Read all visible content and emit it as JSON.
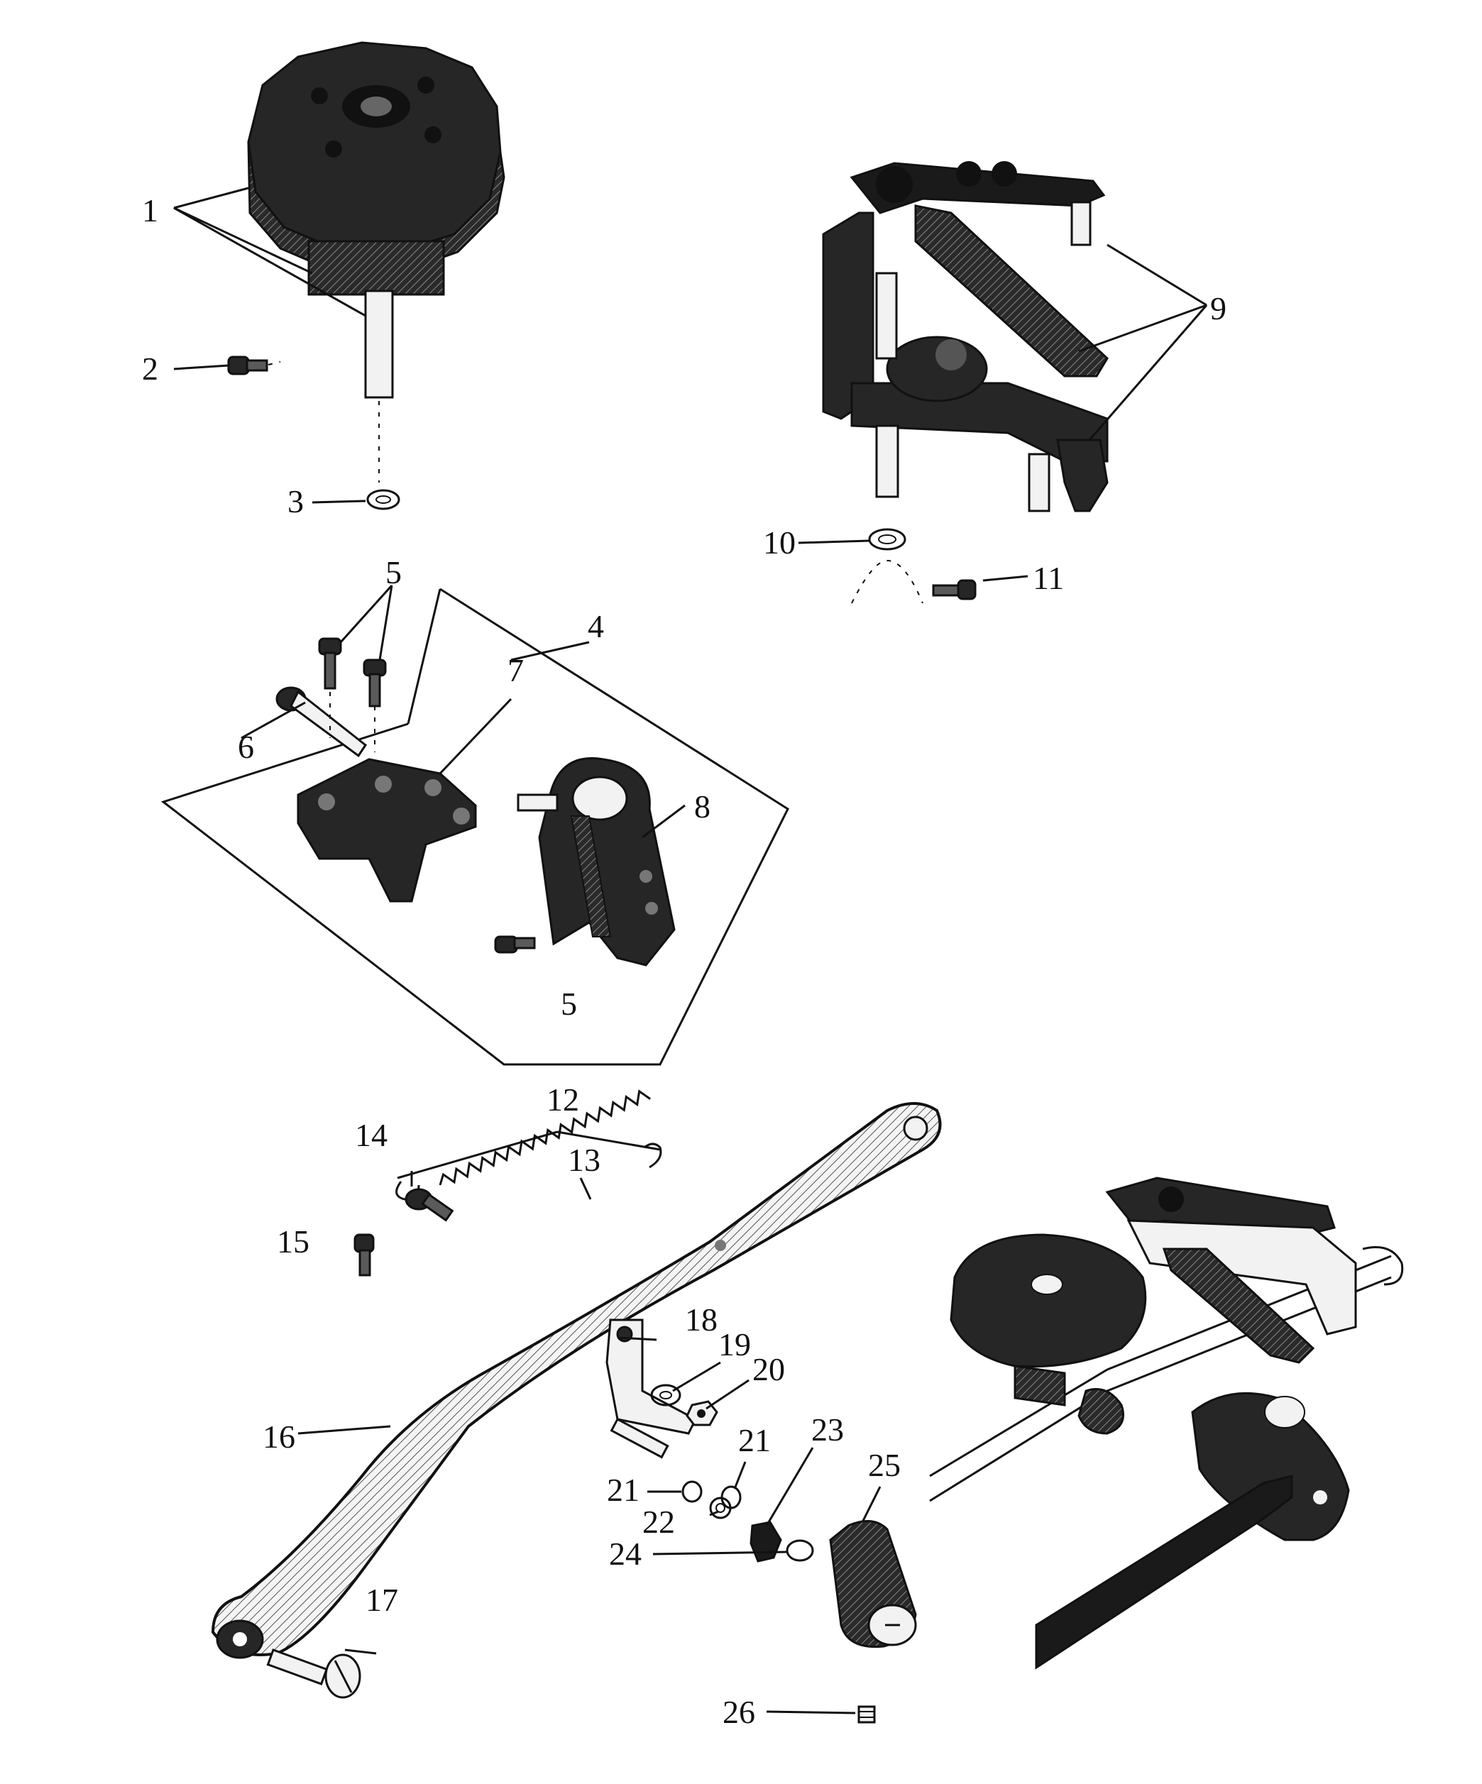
{
  "callouts": [
    {
      "id": "1",
      "label": "1"
    },
    {
      "id": "2",
      "label": "2"
    },
    {
      "id": "3",
      "label": "3"
    },
    {
      "id": "4",
      "label": "4"
    },
    {
      "id": "5a",
      "label": "5"
    },
    {
      "id": "5b",
      "label": "5"
    },
    {
      "id": "6",
      "label": "6"
    },
    {
      "id": "7",
      "label": "7"
    },
    {
      "id": "8",
      "label": "8"
    },
    {
      "id": "9",
      "label": "9"
    },
    {
      "id": "10",
      "label": "10"
    },
    {
      "id": "11",
      "label": "11"
    },
    {
      "id": "12",
      "label": "12"
    },
    {
      "id": "13",
      "label": "13"
    },
    {
      "id": "14",
      "label": "14"
    },
    {
      "id": "15",
      "label": "15"
    },
    {
      "id": "16",
      "label": "16"
    },
    {
      "id": "17",
      "label": "17"
    },
    {
      "id": "18",
      "label": "18"
    },
    {
      "id": "19",
      "label": "19"
    },
    {
      "id": "20",
      "label": "20"
    },
    {
      "id": "21a",
      "label": "21"
    },
    {
      "id": "21b",
      "label": "21"
    },
    {
      "id": "22",
      "label": "22"
    },
    {
      "id": "23",
      "label": "23"
    },
    {
      "id": "24",
      "label": "24"
    },
    {
      "id": "25",
      "label": "25"
    },
    {
      "id": "26",
      "label": "26"
    }
  ]
}
